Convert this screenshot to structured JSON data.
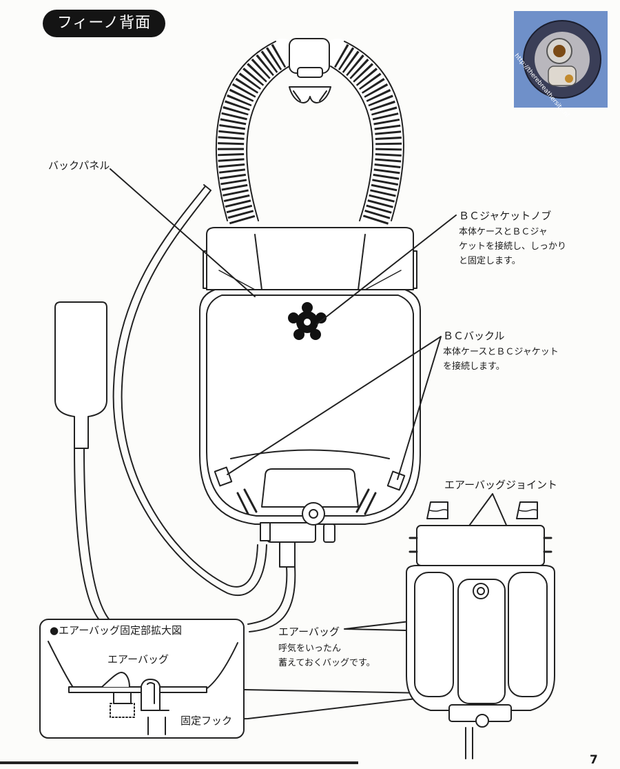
{
  "header": {
    "title": "フィーノ背面"
  },
  "logo": {
    "url_text": "http://therebreathersite.nl"
  },
  "callouts": {
    "back_panel": {
      "label": "バックパネル"
    },
    "bc_jacket_knob": {
      "label": "ＢＣジャケットノブ",
      "description": "本体ケースとＢＣジャ\nケットを接続し、しっかり\nと固定します。"
    },
    "bc_buckle": {
      "label": "ＢＣバックル",
      "description": "本体ケースとＢＣジャケット\nを接続します。"
    },
    "air_bag_joint": {
      "label": "エアーバッグジョイント"
    },
    "air_bag": {
      "label": "エアーバッグ",
      "description": "呼気をいったん\n蓄えておくバッグです。"
    }
  },
  "inset": {
    "title": "●エアーバッグ固定部拡大図",
    "air_bag_label": "エアーバッグ",
    "hook_label": "固定フック"
  },
  "footer": {
    "page_number": "7"
  }
}
